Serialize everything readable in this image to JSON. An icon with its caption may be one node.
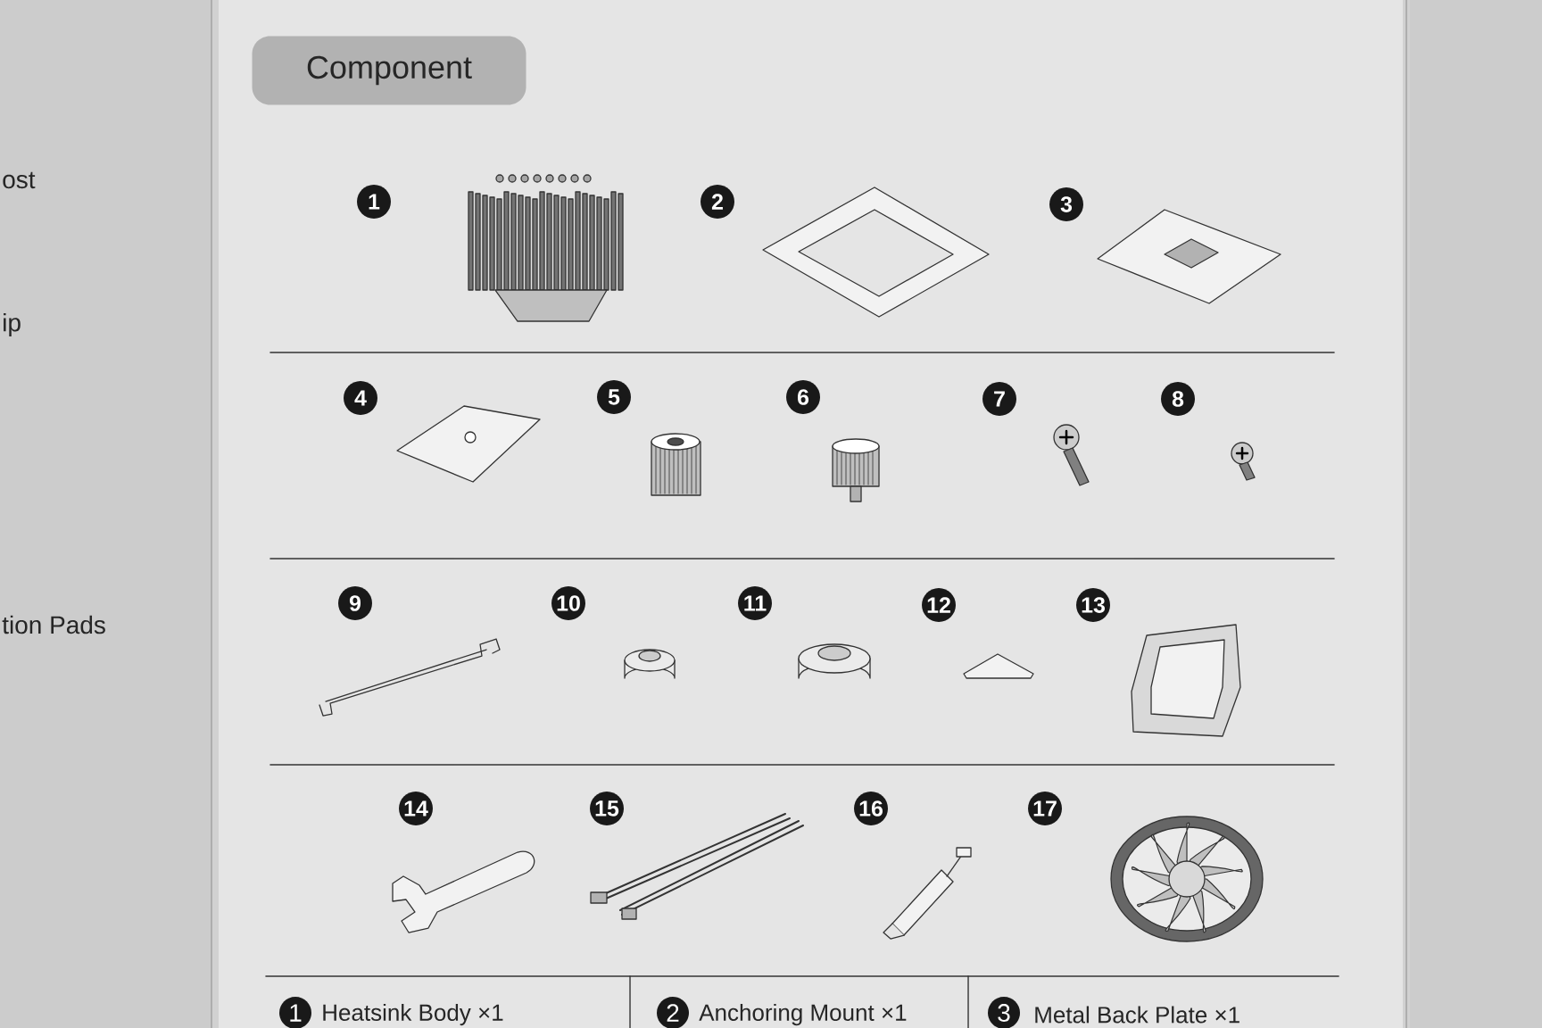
{
  "diagram": {
    "title": "Component",
    "labels": [
      "ost",
      "ip",
      "tion Pads",
      "1",
      "2",
      "3",
      "4",
      "5",
      "6",
      "7",
      "8",
      "9",
      "10",
      "11",
      "12",
      "13",
      "14",
      "15",
      "16",
      "17",
      "1",
      "Heatsink Body ×1",
      "2",
      "Anchoring Mount ×1",
      "3",
      "Metal Back Plate ×1"
    ]
  }
}
